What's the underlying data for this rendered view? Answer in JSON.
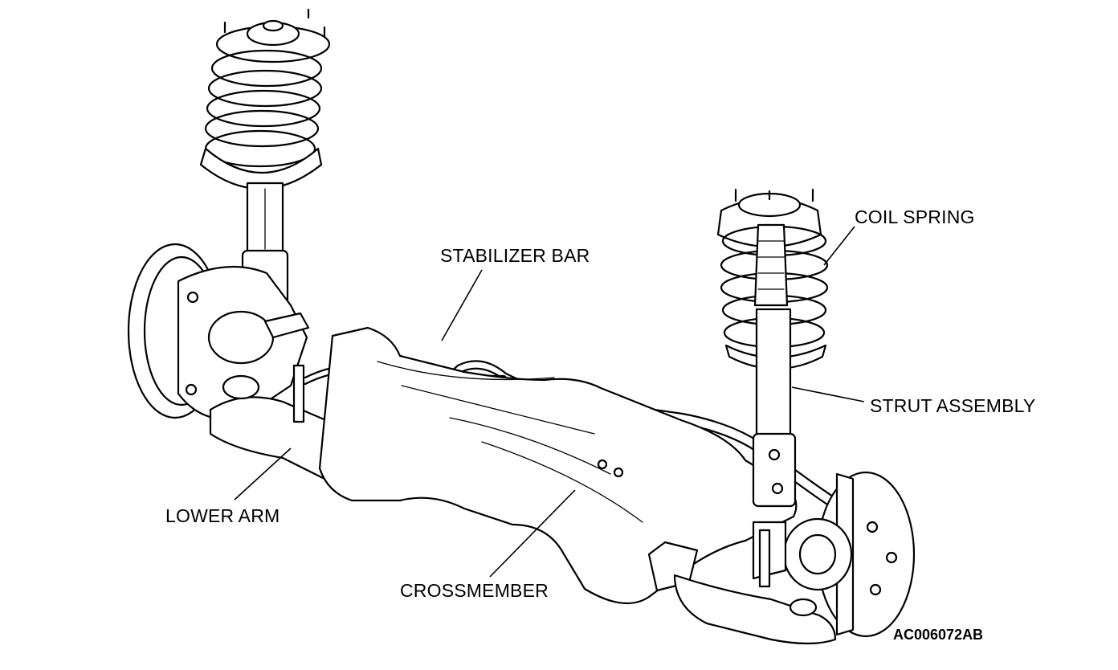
{
  "labels": {
    "coil_spring": "COIL SPRING",
    "stabilizer_bar": "STABILIZER BAR",
    "strut_assembly": "STRUT ASSEMBLY",
    "lower_arm": "LOWER ARM",
    "crossmember": "CROSSMEMBER"
  },
  "figure_code": "AC006072AB"
}
